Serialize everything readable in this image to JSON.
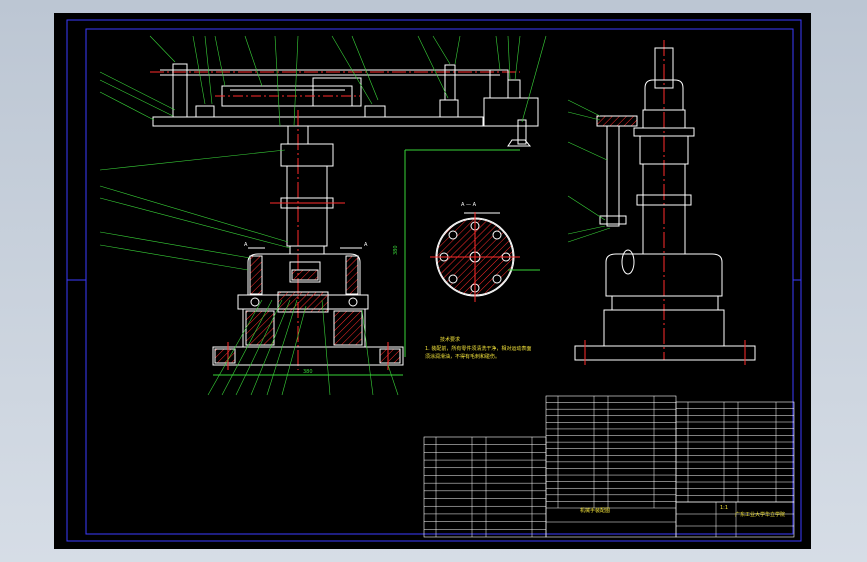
{
  "drawing": {
    "section_label_left": "A",
    "section_label_right": "A",
    "section_title": "A — A",
    "dimension_vertical": "380",
    "dimension_base": "380"
  },
  "requirements": {
    "title": "技术要求",
    "line1": "1. 装配前，所有零件须清洗干净，相对运动表面",
    "line2": "须涂润滑油，不得有毛刺和碰伤。"
  },
  "title_block": {
    "drawing_title": "机械手装配图",
    "school": "广东工业大学华立学院",
    "scale": "1:1"
  },
  "colors": {
    "frame": "#3b3bff",
    "outline": "#ffffff",
    "centerline": "#ff2b2b",
    "leader": "#39d439",
    "text": "#f2e23a"
  }
}
